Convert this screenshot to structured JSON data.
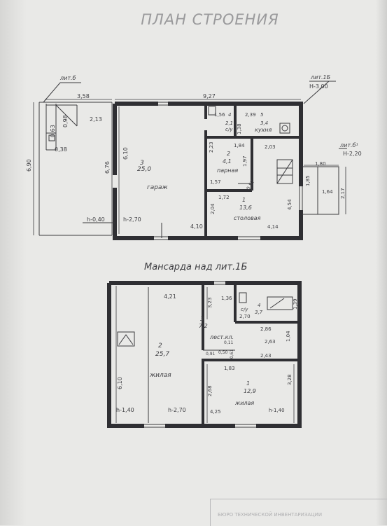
{
  "title": "ПЛАН СТРОЕНИЯ",
  "ground_floor": {
    "lit_b_label": "лит.б",
    "lit_1b_label": "лит.1Б",
    "height_main": "Н-3,00",
    "lit_b1_label": "лит.б¹",
    "height_b1": "Н-2,20",
    "dims": {
      "lit_b_width": "3,58",
      "total_width": "9,27",
      "lit_b_inner": "2,13",
      "lit_b_height": "6,90",
      "porch_a": "0,98",
      "porch_b": "0,63",
      "porch_c": "0,38",
      "garage_left": "6,76",
      "garage_right": "6,10",
      "garage_bottom": "4,10",
      "level_b": "h-0,40",
      "level_garage": "h-2,70",
      "wc_w": "1,56",
      "wc_h": "1,38",
      "kitchen_w": "2,39",
      "steam_w": "1,84",
      "steam_h": "2,23",
      "steam_h2": "1,97",
      "kitchen_h": "2,03",
      "corr": "1,57",
      "dining_w": "1,72",
      "dining_diag": "0,57",
      "dining_h1": "2,04",
      "dining_h2": "4,54",
      "dining_bottom": "4,14",
      "b1_w": "1,80",
      "b1_h": "1,64",
      "b1_h2": "2,17",
      "b1_stair": "1,85"
    },
    "rooms": {
      "garage_num": "3",
      "garage_area": "25,0",
      "garage_name": "гараж",
      "wc_num": "4",
      "wc_area": "2,1",
      "wc_name": "с/у",
      "kitchen_num": "5",
      "kitchen_area": "3,4",
      "kitchen_name": "кухня",
      "steam_num": "2",
      "steam_area": "4,1",
      "steam_name": "парная",
      "dining_num": "1",
      "dining_area": "13,6",
      "dining_name": "столовая"
    }
  },
  "attic": {
    "heading": "Мансарда над лит.1Б",
    "dims": {
      "top_w": "4,21",
      "left_h": "6,10",
      "stair_h": "3,23",
      "wc_w": "1,36",
      "wc_h": "2,70",
      "wc_side": "1,39",
      "stair_w": "2,86",
      "stair_h2": "2,63",
      "stair_side": "1,04",
      "small_a": "0,11",
      "small_b": "0,91",
      "small_c": "0,50",
      "small_d": "0,61",
      "room1_w": "1,83",
      "room1_w2": "2,43",
      "room1_h": "2,68",
      "room1_h2": "3,28",
      "room1_bottom": "4,25",
      "level_a": "h-1,40",
      "level_b": "h-2,70",
      "level_c": "h-1,40"
    },
    "rooms": {
      "room2_num": "2",
      "room2_area": "25,7",
      "room2_name": "жилая",
      "stair_num": "3",
      "stair_area": "7,2",
      "stair_name": "лест.кл.",
      "wc_num": "4",
      "wc_area": "3,7",
      "wc_name": "с/у",
      "room1_num": "1",
      "room1_area": "12,9",
      "room1_name": "жилая"
    }
  },
  "stamp_text": "БЮРО ТЕХНИЧЕСКОЙ ИНВЕНТАРИЗАЦИИ"
}
